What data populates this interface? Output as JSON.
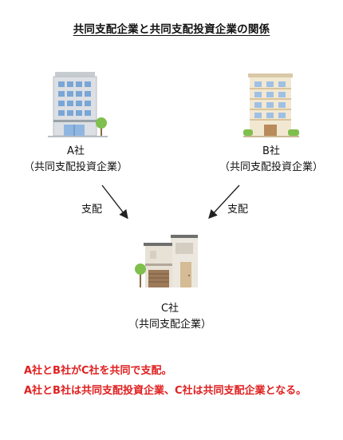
{
  "title": "共同支配企業と共同支配投資企業の関係",
  "company_a": {
    "name": "A社",
    "role": "（共同支配投資企業）"
  },
  "company_b": {
    "name": "B社",
    "role": "（共同支配投資企業）"
  },
  "company_c": {
    "name": "C社",
    "role": "（共同支配企業）"
  },
  "arrow_left_label": "支配",
  "arrow_right_label": "支配",
  "notes": [
    "A社とB社がC社を共同で支配。",
    "A社とB社は共同支配投資企業、C社は共同支配企業となる。"
  ],
  "colors": {
    "note": "#e02020"
  }
}
